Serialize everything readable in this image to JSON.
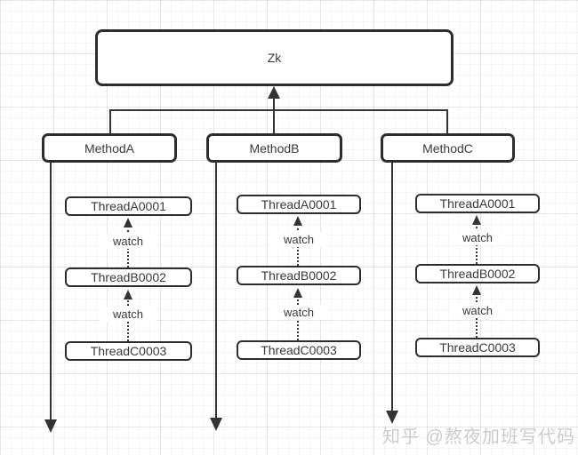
{
  "diagram": {
    "root_label": "Zk",
    "watch_label": "watch",
    "columns": [
      {
        "method_label": "MethodA",
        "threads": [
          {
            "label": "ThreadA0001"
          },
          {
            "label": "ThreadB0002"
          },
          {
            "label": "ThreadC0003"
          }
        ]
      },
      {
        "method_label": "MethodB",
        "threads": [
          {
            "label": "ThreadA0001"
          },
          {
            "label": "ThreadB0002"
          },
          {
            "label": "ThreadC0003"
          }
        ]
      },
      {
        "method_label": "MethodC",
        "threads": [
          {
            "label": "ThreadA0001"
          },
          {
            "label": "ThreadB0002"
          },
          {
            "label": "ThreadC0003"
          }
        ]
      }
    ],
    "colors": {
      "line": "#333333",
      "box_border": "#2d2d2d",
      "box_fill": "#ffffff",
      "text": "#3a3a3a",
      "watermark": "#cbcbcb",
      "background": "#ffffff",
      "grid_minor": "#f2f2f2",
      "grid_major": "#e8e8e8"
    }
  },
  "app": {
    "watermark": "知乎 @熬夜加班写代码"
  }
}
